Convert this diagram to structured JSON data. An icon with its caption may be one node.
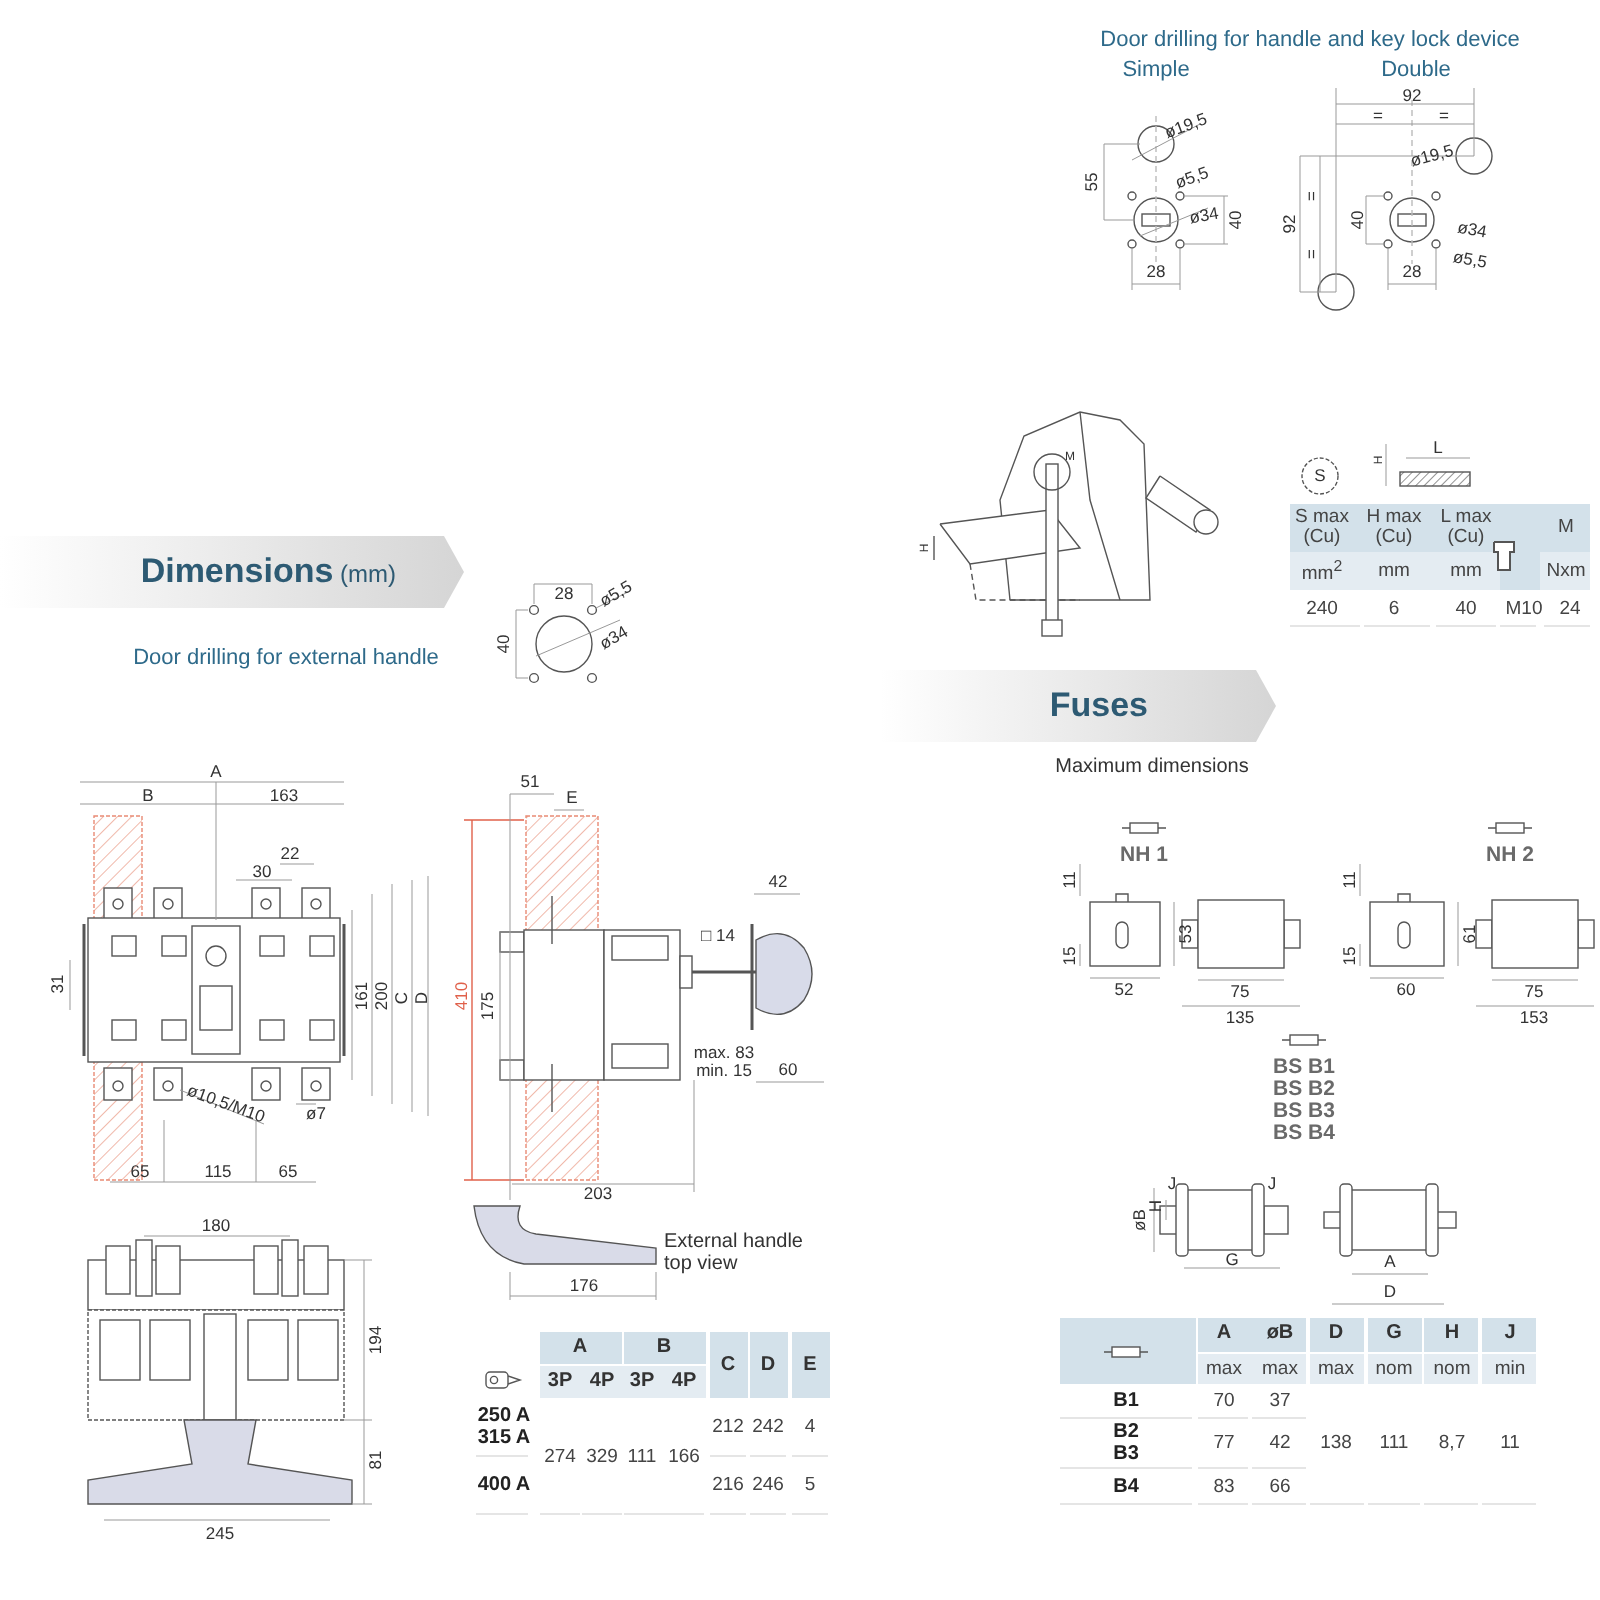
{
  "diagram": {
    "nodes": [
      {
        "text": [
          "**Dimensions** (mm)"
        ]
      },
      {
        "text": [
          "Fuses"
        ]
      }
    ],
    "labels": [
      "Door drilling for handle and key lock device",
      "Simple",
      "Double",
      "ø19,5",
      "55",
      "ø5,5",
      "ø34",
      "40",
      "28",
      "92",
      "=",
      "=",
      "ø19,5",
      "92",
      "=",
      "=",
      "40",
      "ø34",
      "ø5,5",
      "28",
      "M",
      "H",
      "S",
      "H",
      "L",
      "S max (Cu)",
      "H max (Cu)",
      "L max (Cu)",
      "M",
      "mm$^{2}$",
      "mm",
      "mm",
      "Nxm",
      "240",
      "6",
      "40",
      "M10",
      "24",
      "Door drilling for external handle",
      "28",
      "ø5,5",
      "40",
      "ø34",
      "A",
      "B",
      "163",
      "22",
      "30",
      "31",
      "161",
      "200",
      "C",
      "D",
      "ø10,5/M10",
      "ø7",
      "65",
      "115",
      "65",
      "51",
      "E",
      "42",
      "□ 14",
      "410",
      "175",
      "max. 83 min. 15",
      "60",
      "203",
      "180",
      "194",
      "81",
      "245",
      "External handle top view",
      "176",
      "A",
      "B",
      "C",
      "D",
      "E",
      "3P",
      "4P",
      "3P",
      "4P",
      "250 A 315 A",
      "274",
      "329",
      "111",
      "166",
      "212",
      "242",
      "4",
      "400 A",
      "216",
      "246",
      "5",
      "Maximum dimensions",
      "NH 1",
      "NH 2",
      "11",
      "15",
      "53",
      "52",
      "75",
      "135",
      "11",
      "15",
      "61",
      "60",
      "75",
      "153",
      "BS B1",
      "BS B2",
      "BS B3",
      "BS B4",
      "J",
      "J",
      "øB",
      "H",
      "G",
      "A",
      "D",
      "A",
      "øB",
      "D",
      "G",
      "H",
      "J",
      "max",
      "max",
      "max",
      "nom",
      "nom",
      "min",
      "B1",
      "70",
      "37",
      "B2 B3",
      "77",
      "42",
      "138",
      "111",
      "8,7",
      "11",
      "B4",
      "83",
      "66"
    ]
  }
}
